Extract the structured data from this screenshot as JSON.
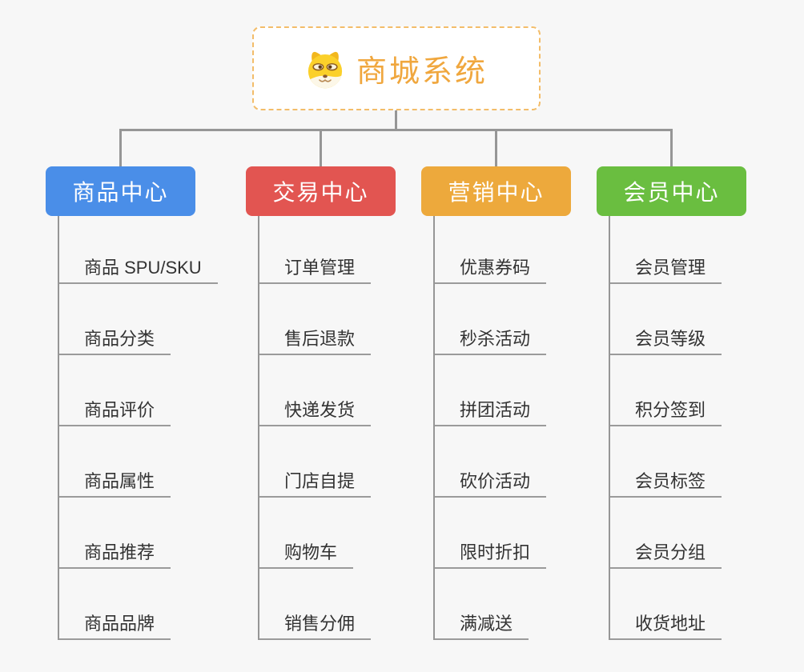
{
  "root": {
    "title": "商城系统",
    "icon": "shiba-dog-icon"
  },
  "branches": [
    {
      "label": "商品中心",
      "color": "#4a8ee8",
      "children": [
        "商品 SPU/SKU",
        "商品分类",
        "商品评价",
        "商品属性",
        "商品推荐",
        "商品品牌"
      ]
    },
    {
      "label": "交易中心",
      "color": "#e25551",
      "children": [
        "订单管理",
        "售后退款",
        "快递发货",
        "门店自提",
        "购物车",
        "销售分佣"
      ]
    },
    {
      "label": "营销中心",
      "color": "#eda93c",
      "children": [
        "优惠券码",
        "秒杀活动",
        "拼团活动",
        "砍价活动",
        "限时折扣",
        "满减送"
      ]
    },
    {
      "label": "会员中心",
      "color": "#6abe40",
      "children": [
        "会员管理",
        "会员等级",
        "积分签到",
        "会员标签",
        "会员分组",
        "收货地址"
      ]
    }
  ],
  "colors": {
    "background": "#f7f7f7",
    "connector_line": "#969696",
    "child_underline": "#9b9b9b",
    "root_text": "#f0a73e",
    "root_border": "#f3bd6a",
    "child_text": "#333333",
    "branch_text": "#ffffff"
  }
}
